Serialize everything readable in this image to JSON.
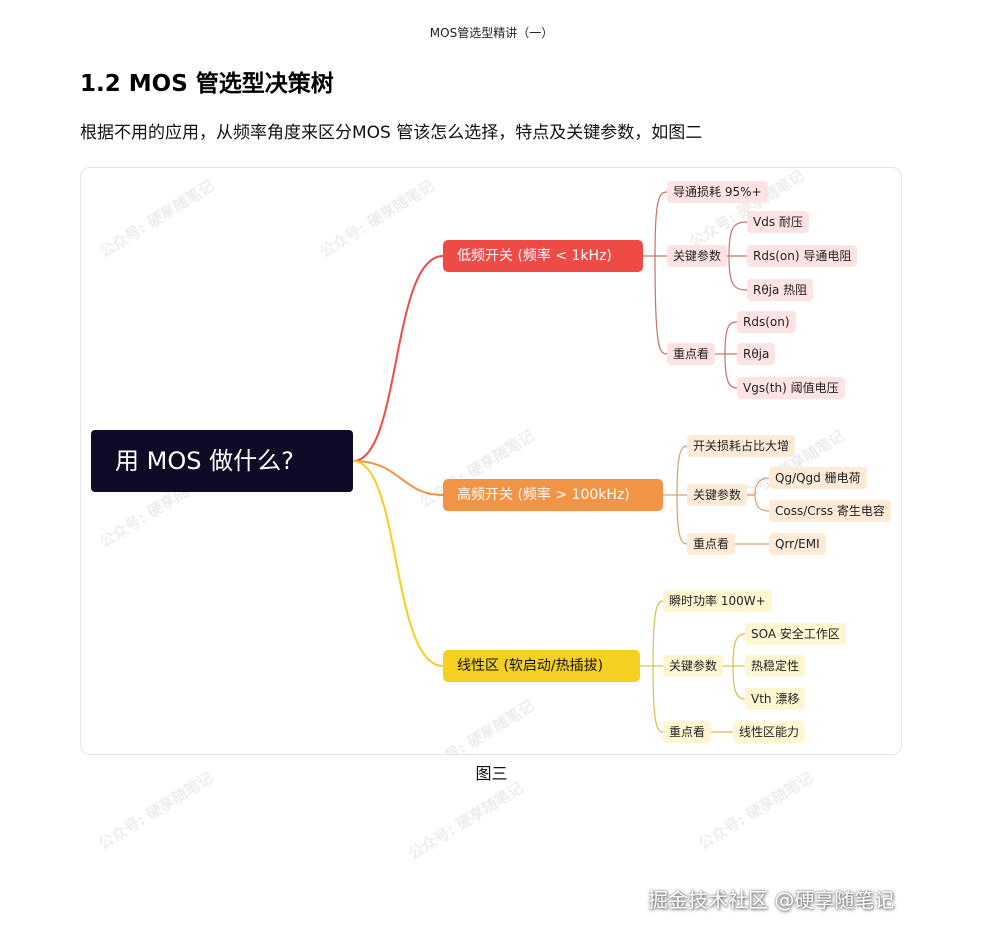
{
  "page": {
    "header": "MOS管选型精讲（一）",
    "heading": "1.2 MOS 管选型决策树",
    "paragraph": "根据不用的应用，从频率角度来区分MOS 管该怎么选择，特点及关键参数，如图二",
    "caption": "图三"
  },
  "mindmap": {
    "root": "用 MOS 做什么?",
    "low": {
      "title": "低频开关 (频率 < 1kHz)",
      "loss": "导通损耗 95%+",
      "params_label": "关键参数",
      "params": [
        "Vds 耐压",
        "Rds(on) 导通电阻",
        "Rθja 热阻"
      ],
      "focus_label": "重点看",
      "focus": [
        "Rds(on)",
        "Rθja",
        "Vgs(th) 阈值电压"
      ]
    },
    "high": {
      "title": "高频开关 (频率 > 100kHz)",
      "loss": "开关损耗占比大增",
      "params_label": "关键参数",
      "params": [
        "Qg/Qgd 栅电荷",
        "Coss/Crss 寄生电容"
      ],
      "focus_label": "重点看",
      "focus": [
        "Qrr/EMI"
      ]
    },
    "linear": {
      "title": "线性区 (软启动/热插拔)",
      "power": "瞬时功率 100W+",
      "params_label": "关键参数",
      "params": [
        "SOA 安全工作区",
        "热稳定性",
        "Vth 漂移"
      ],
      "focus_label": "重点看",
      "focus": [
        "线性区能力"
      ]
    },
    "colors": {
      "root": "#0e0b27",
      "low": "#ef4b46",
      "high": "#f29445",
      "linear": "#f3d021"
    }
  },
  "watermark": {
    "text": "公众号: 硬享随笔记",
    "footer": "掘金技术社区 @硬享随笔记"
  }
}
